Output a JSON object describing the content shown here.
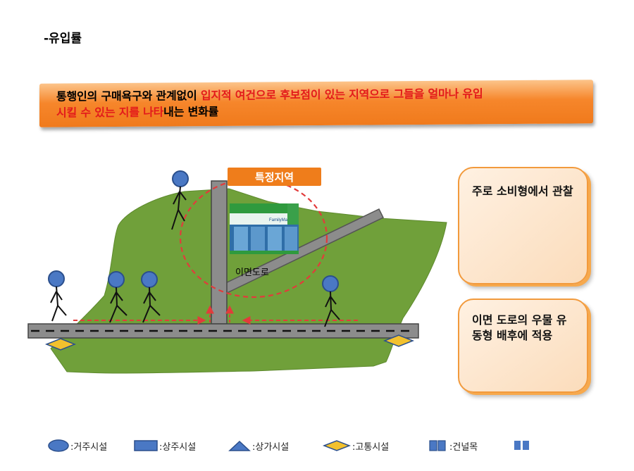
{
  "title": "-유입률",
  "banner": {
    "seg1": "통행인의 구매욕구와 관계없이 ",
    "seg2": "입지적 여건으로 후보점이 있는 지역으로 그들을 얼마나 유입",
    "seg3": "시킬 수 있는 지를 나타",
    "seg4": "내는 변화률"
  },
  "diagram": {
    "special_area_label": "특정지역",
    "side_road_label": "이면도로",
    "store_sign": "FamilyMart"
  },
  "notes": [
    "주로 소비형에서 관찰",
    "이면 도로의 우물 유동형 배후에 적용"
  ],
  "legend": {
    "residential": ":거주시설",
    "mixed": ":상주시설",
    "commercial": ":상가시설",
    "transport": ":고통시설",
    "crosswalk": ":건널목"
  },
  "colors": {
    "banner": "#f07a1c",
    "grass": "#70a03a",
    "road": "#8c8c8c",
    "person_head": "#4a78c4",
    "transport_marker": "#f2c12e",
    "arrow": "#e23b3b"
  }
}
